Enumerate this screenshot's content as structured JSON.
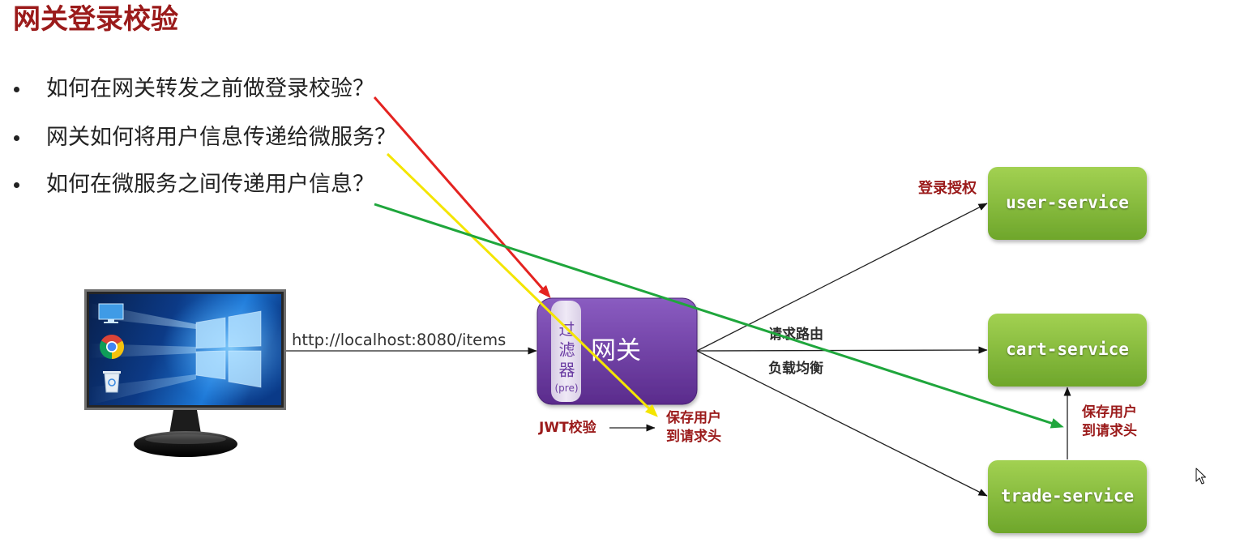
{
  "slide": {
    "title": "网关登录校验",
    "bullets": [
      "如何在网关转发之前做登录校验？",
      "网关如何将用户信息传递给微服务？",
      "如何在微服务之间传递用户信息？"
    ]
  },
  "diagram": {
    "client": {
      "icon": "desktop-monitor-icon",
      "wallpaper_logo": "windows-logo-icon",
      "desktop_icons": [
        "this-pc-icon",
        "chrome-icon",
        "recycle-bin-icon"
      ]
    },
    "request_url": "http://localhost:8080/items",
    "gateway": {
      "label": "网关",
      "filter_label": "过滤器",
      "filter_phase": "(pre)",
      "jwt_check": "JWT校验",
      "save_user_lines": [
        "保存用户",
        "到请求头"
      ]
    },
    "edge_labels": {
      "to_user_service": "登录授权",
      "routing": "请求路由",
      "load_balancing": "负载均衡"
    },
    "services": [
      "user-service",
      "cart-service",
      "trade-service"
    ],
    "trade_to_cart": {
      "lines": [
        "保存用户",
        "到请求头"
      ]
    }
  },
  "cursor": {
    "icon": "mouse-pointer-icon"
  },
  "colors": {
    "title": "#9b1b1b",
    "note_text": "#9b1b1b",
    "gateway_purple": "#6b3da3",
    "service_green": "#6ea62b",
    "annotation_red": "#e42320",
    "annotation_yellow": "#f4e500",
    "annotation_green": "#1fa63c"
  }
}
